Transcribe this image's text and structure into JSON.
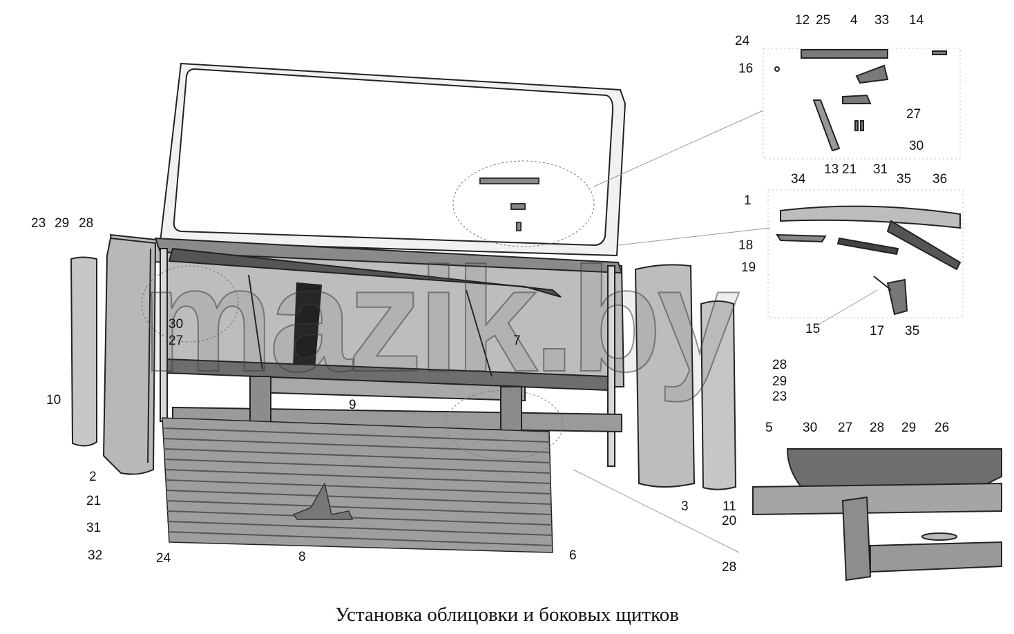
{
  "caption": "Установка облицовки и боковых щитков",
  "watermark": "mazik.by",
  "callouts": {
    "c12": "12",
    "c25": "25",
    "c4": "4",
    "c33": "33",
    "c14": "14",
    "c24a": "24",
    "c16": "16",
    "c27a": "27",
    "c30a": "30",
    "c13": "13",
    "c21a": "21",
    "c31a": "31",
    "c34": "34",
    "c35a": "35",
    "c36": "36",
    "c1": "1",
    "c18": "18",
    "c19": "19",
    "c15": "15",
    "c17": "17",
    "c35b": "35",
    "c23a": "23",
    "c29a": "29",
    "c28a": "28",
    "c30b": "30",
    "c27b": "27",
    "c7": "7",
    "c10": "10",
    "c9": "9",
    "c28b": "28",
    "c29b": "29",
    "c23b": "23",
    "c2": "2",
    "c21b": "21",
    "c31b": "31",
    "c32": "32",
    "c24b": "24",
    "c8": "8",
    "c6": "6",
    "c3": "3",
    "c11": "11",
    "c20": "20",
    "c28c": "28",
    "c5": "5",
    "c30c": "30",
    "c27c": "27",
    "c28d": "28",
    "c29c": "29",
    "c26": "26"
  }
}
